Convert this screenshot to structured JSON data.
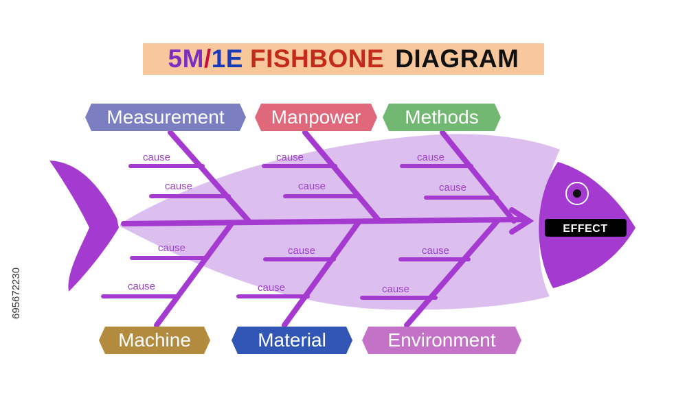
{
  "title": {
    "part_5m": "5M",
    "part_slash": "/",
    "part_1e": "1E",
    "part_fishbone": "FISHBONE",
    "part_diagram": "DIAGRAM"
  },
  "categories": {
    "measurement": "Measurement",
    "manpower": "Manpower",
    "methods": "Methods",
    "machine": "Machine",
    "material": "Material",
    "environment": "Environment"
  },
  "cause_label": "cause",
  "effect_label": "EFFECT",
  "stock_id": "695672230",
  "colors": {
    "bone": "#a53ad0",
    "body": "#dcbfef",
    "head": "#a53ad0",
    "effect_box": "#000000"
  }
}
